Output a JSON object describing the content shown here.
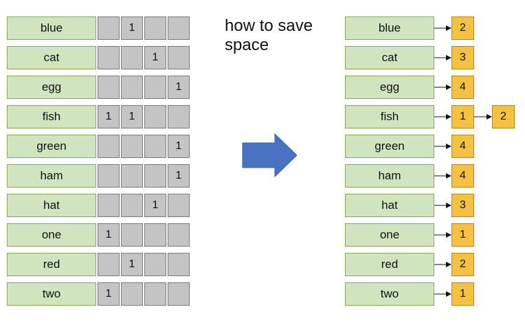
{
  "caption": [
    "how to save",
    "space"
  ],
  "matrix_rows": [
    {
      "word": "blue",
      "cells": [
        "",
        "1",
        "",
        ""
      ]
    },
    {
      "word": "cat",
      "cells": [
        "",
        "",
        "1",
        ""
      ]
    },
    {
      "word": "egg",
      "cells": [
        "",
        "",
        "",
        "1"
      ]
    },
    {
      "word": "fish",
      "cells": [
        "1",
        "1",
        "",
        ""
      ]
    },
    {
      "word": "green",
      "cells": [
        "",
        "",
        "",
        "1"
      ]
    },
    {
      "word": "ham",
      "cells": [
        "",
        "",
        "",
        "1"
      ]
    },
    {
      "word": "hat",
      "cells": [
        "",
        "",
        "1",
        ""
      ]
    },
    {
      "word": "one",
      "cells": [
        "1",
        "",
        "",
        ""
      ]
    },
    {
      "word": "red",
      "cells": [
        "",
        "1",
        "",
        ""
      ]
    },
    {
      "word": "two",
      "cells": [
        "1",
        "",
        "",
        ""
      ]
    }
  ],
  "index_rows": [
    {
      "word": "blue",
      "postings": [
        "2"
      ]
    },
    {
      "word": "cat",
      "postings": [
        "3"
      ]
    },
    {
      "word": "egg",
      "postings": [
        "4"
      ]
    },
    {
      "word": "fish",
      "postings": [
        "1",
        "2"
      ]
    },
    {
      "word": "green",
      "postings": [
        "4"
      ]
    },
    {
      "word": "ham",
      "postings": [
        "4"
      ]
    },
    {
      "word": "hat",
      "postings": [
        "3"
      ]
    },
    {
      "word": "one",
      "postings": [
        "1"
      ]
    },
    {
      "word": "red",
      "postings": [
        "2"
      ]
    },
    {
      "word": "two",
      "postings": [
        "1"
      ]
    }
  ],
  "colors": {
    "word_fill": "#cfe4bf",
    "word_border": "#7fa95d",
    "cell_fill": "#c4c4c4",
    "cell_border": "#7a7a7a",
    "posting_fill": "#f5c143",
    "posting_border": "#b8861a",
    "arrow_fill": "#4a72c4"
  }
}
